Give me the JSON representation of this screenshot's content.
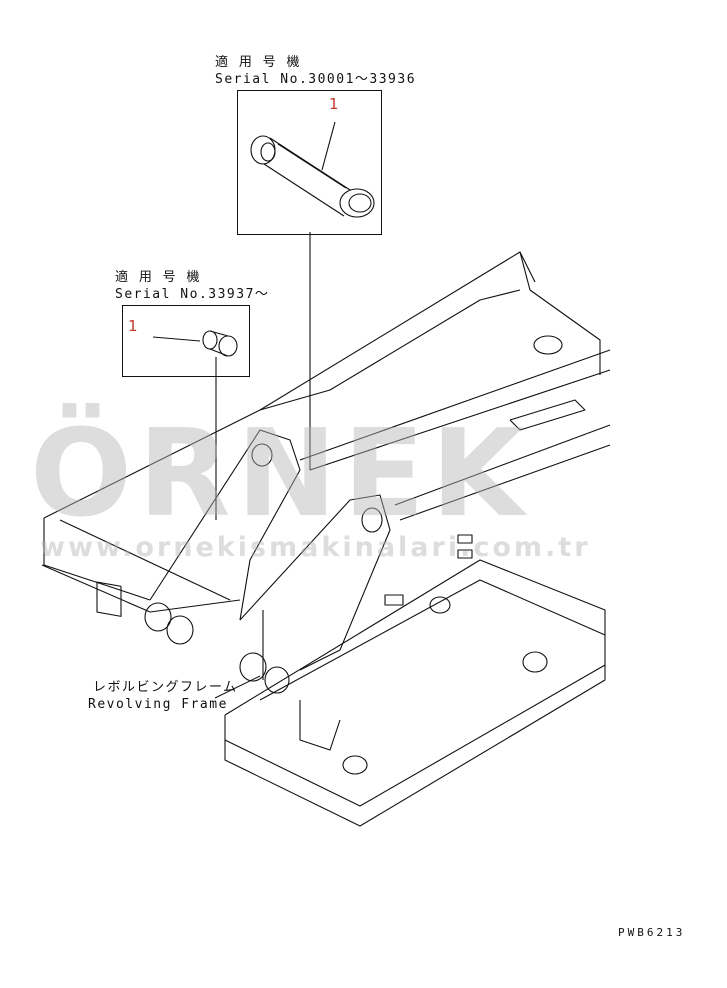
{
  "upper_variant": {
    "jp_title": "適 用 号 機",
    "serial": "Serial No.30001～33936",
    "callout": "1"
  },
  "lower_variant": {
    "jp_title": "適 用 号 機",
    "serial": "Serial No.33937～",
    "callout": "1"
  },
  "frame_label": {
    "jp": "レボルビングフレーム",
    "en": "Revolving Frame"
  },
  "drawing_code": "PWB6213",
  "watermark": {
    "brand": "ÖRNEK",
    "url": "www.ornekismakinalari.com.tr"
  },
  "colors": {
    "line": "#111111",
    "callout": "#c0392b",
    "watermark": "#bdbdbd",
    "watermark_accent": "#f3e3a0"
  }
}
